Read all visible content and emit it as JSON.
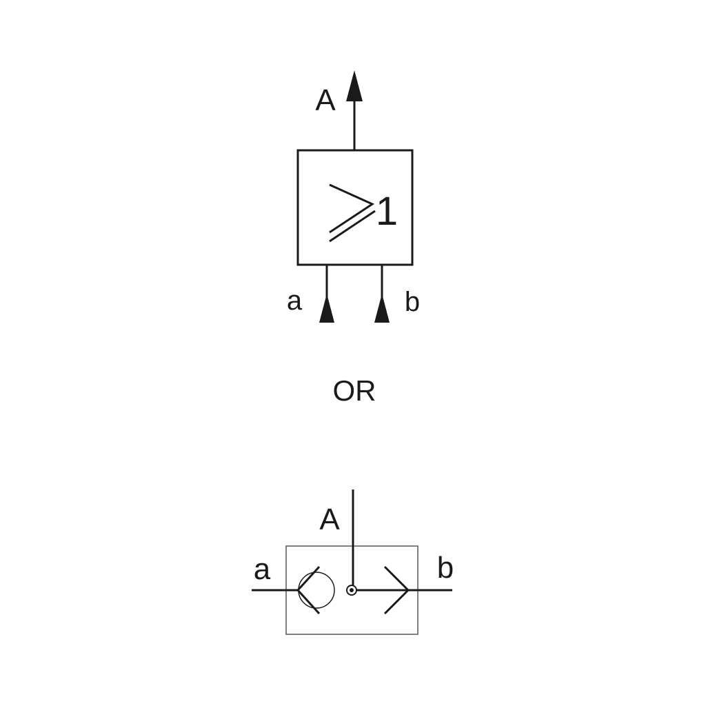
{
  "logic_symbol": {
    "output_label": "A",
    "function_sign": "≥",
    "function_value": "1",
    "input_a_label": "a",
    "input_b_label": "b"
  },
  "separator_text": "OR",
  "valve_symbol": {
    "output_label": "A",
    "input_a_label": "a",
    "input_b_label": "b"
  },
  "colors": {
    "stroke": "#1a1a1a",
    "valve_box": "#555555",
    "background": "#ffffff"
  }
}
